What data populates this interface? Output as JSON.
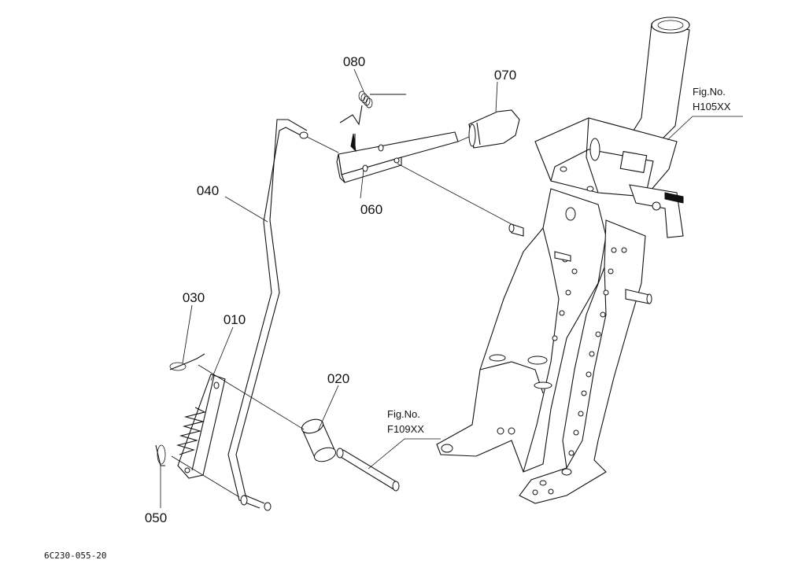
{
  "labels": {
    "p010": "010",
    "p020": "020",
    "p030": "030",
    "p040": "040",
    "p050": "050",
    "p060": "060",
    "p070": "070",
    "p080": "080"
  },
  "refs": {
    "top_right": {
      "line1": "Fig.No.",
      "line2": "H105XX"
    },
    "bottom_mid": {
      "line1": "Fig.No.",
      "line2": "F109XX"
    }
  },
  "drawing_code": "6C230-055-20"
}
